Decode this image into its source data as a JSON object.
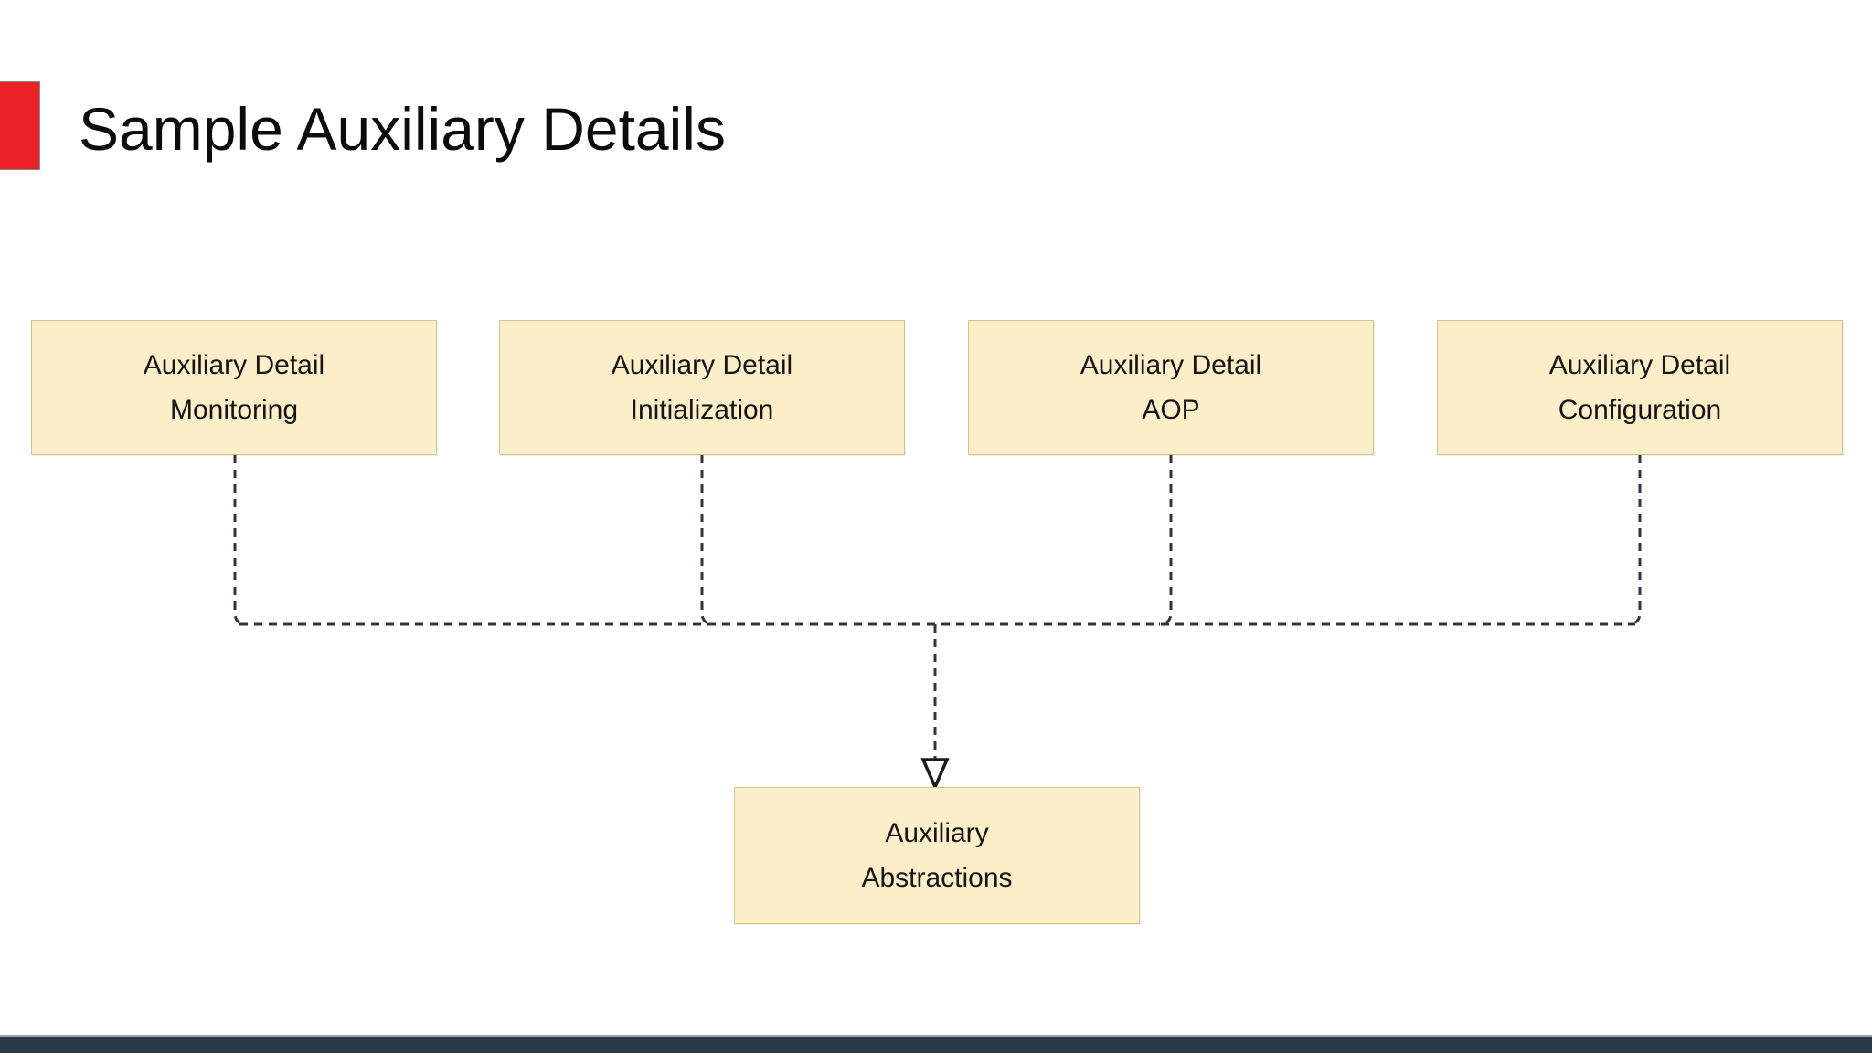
{
  "slide": {
    "title": "Sample Auxiliary Details",
    "accent_color": "#ea2227",
    "background_color": "#ffffff",
    "footer_color": "#2b3a47"
  },
  "diagram": {
    "type": "flowchart",
    "node_fill_color": "#fbeec8",
    "node_border_color": "#d4c489",
    "connector_style": "dashed",
    "connector_color": "#333344",
    "arrow_style": "hollow-triangle",
    "top_nodes": [
      {
        "line1": "Auxiliary Detail",
        "line2": "Monitoring"
      },
      {
        "line1": "Auxiliary Detail",
        "line2": "Initialization"
      },
      {
        "line1": "Auxiliary Detail",
        "line2": "AOP"
      },
      {
        "line1": "Auxiliary Detail",
        "line2": "Configuration"
      }
    ],
    "bottom_node": {
      "line1": "Auxiliary",
      "line2": "Abstractions"
    }
  }
}
